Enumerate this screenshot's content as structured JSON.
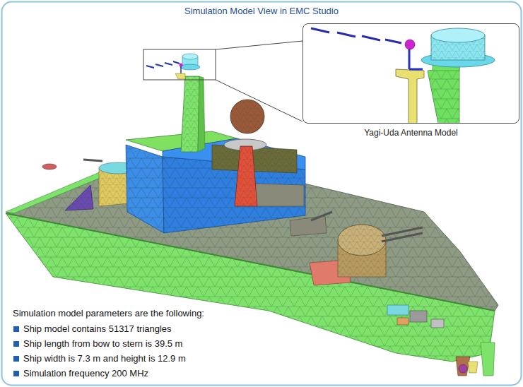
{
  "diagram": {
    "title": "Simulation Model View in EMC Studio",
    "nodes": [
      {
        "text": [
          "Yagi-Uda Antenna Model"
        ]
      }
    ],
    "labels": [
      "Simulation model parameters are the following:",
      "Ship model contains 51317 triangles",
      "Ship length from bow to stern is 39.5 m",
      "Ship width is 7.3 m and height is 12.9 m",
      "Simulation frequency 200 MHz"
    ]
  }
}
